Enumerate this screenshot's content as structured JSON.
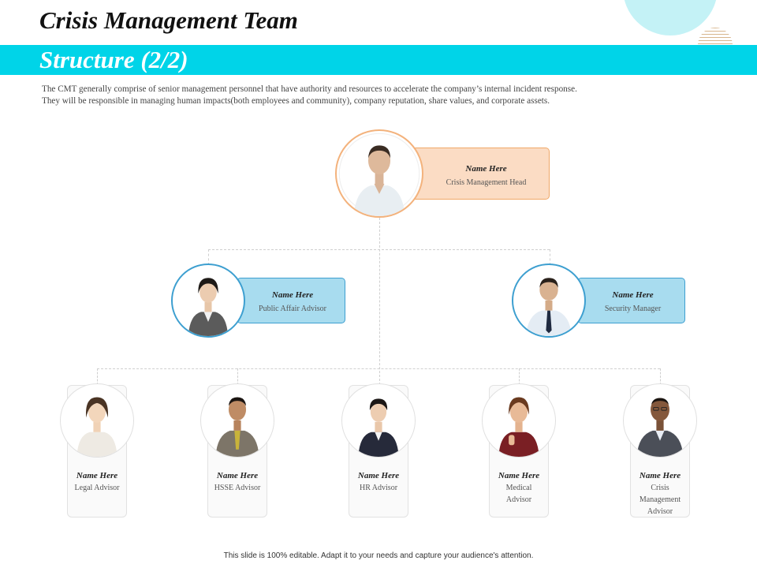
{
  "slide": {
    "title": "Crisis Management Team",
    "subtitle": "Structure (2/2)",
    "description_line1": "The CMT generally comprise of senior management personnel that have authority and resources to accelerate the company’s internal incident response.",
    "description_line2": "They will be responsible in managing human impacts(both employees and community), company reputation, share values, and corporate assets.",
    "footer": "This slide is 100% editable. Adapt it to your needs and capture your audience's attention."
  },
  "head": {
    "name": "Name Here",
    "role": "Crisis Management Head"
  },
  "level2": [
    {
      "name": "Name Here",
      "role": "Public Affair Advisor"
    },
    {
      "name": "Name Here",
      "role": "Security Manager"
    }
  ],
  "level3": [
    {
      "name": "Name Here",
      "role_line1": "Legal Advisor",
      "role_line2": "",
      "role_line3": ""
    },
    {
      "name": "Name Here",
      "role_line1": "HSSE Advisor",
      "role_line2": "",
      "role_line3": ""
    },
    {
      "name": "Name Here",
      "role_line1": "HR Advisor",
      "role_line2": "",
      "role_line3": ""
    },
    {
      "name": "Name Here",
      "role_line1": "Medical",
      "role_line2": "Advisor",
      "role_line3": ""
    },
    {
      "name": "Name Here",
      "role_line1": "Crisis",
      "role_line2": "Management",
      "role_line3": "Advisor"
    }
  ],
  "colors": {
    "accent": "#00d4e8",
    "head_box": "#fbdcc4",
    "head_border": "#f0a868",
    "level2_box": "#a8dcef",
    "level2_border": "#3d9fd0"
  }
}
